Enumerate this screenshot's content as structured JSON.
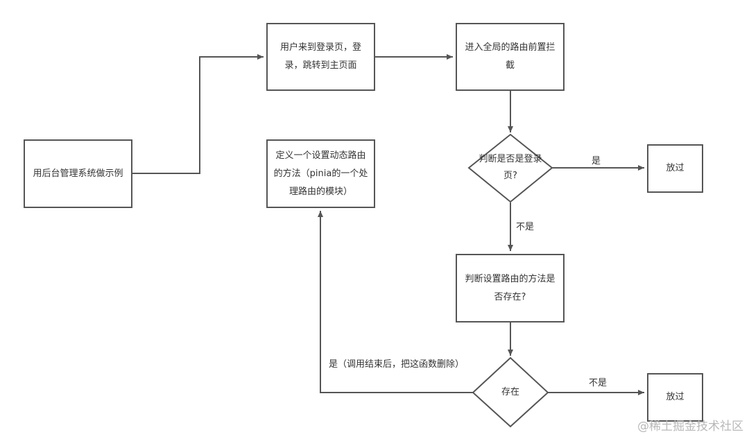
{
  "nodes": {
    "start": "用后台管理系统做示例",
    "login": "用户来到登录页，登录，跳转到主页面",
    "guard": "进入全局的路由前置拦截",
    "is_login_page": "判断是否是登录页?",
    "pass_top": "放过",
    "check_method": "判断设置路由的方法是否存在?",
    "exists": "存在",
    "pass_bottom": "放过",
    "define_method": "定义一个设置动态路由的方法（pinia的一个处理路由的模块）"
  },
  "edge_labels": {
    "yes": "是",
    "no_1": "不是",
    "no_2": "不是",
    "yes_remove": "是（调用结束后，把这函数删除）"
  },
  "watermark": "@稀土掘金技术社区",
  "colors": {
    "stroke": "#555555",
    "text": "#333333",
    "watermark": "#b8b8b8"
  }
}
